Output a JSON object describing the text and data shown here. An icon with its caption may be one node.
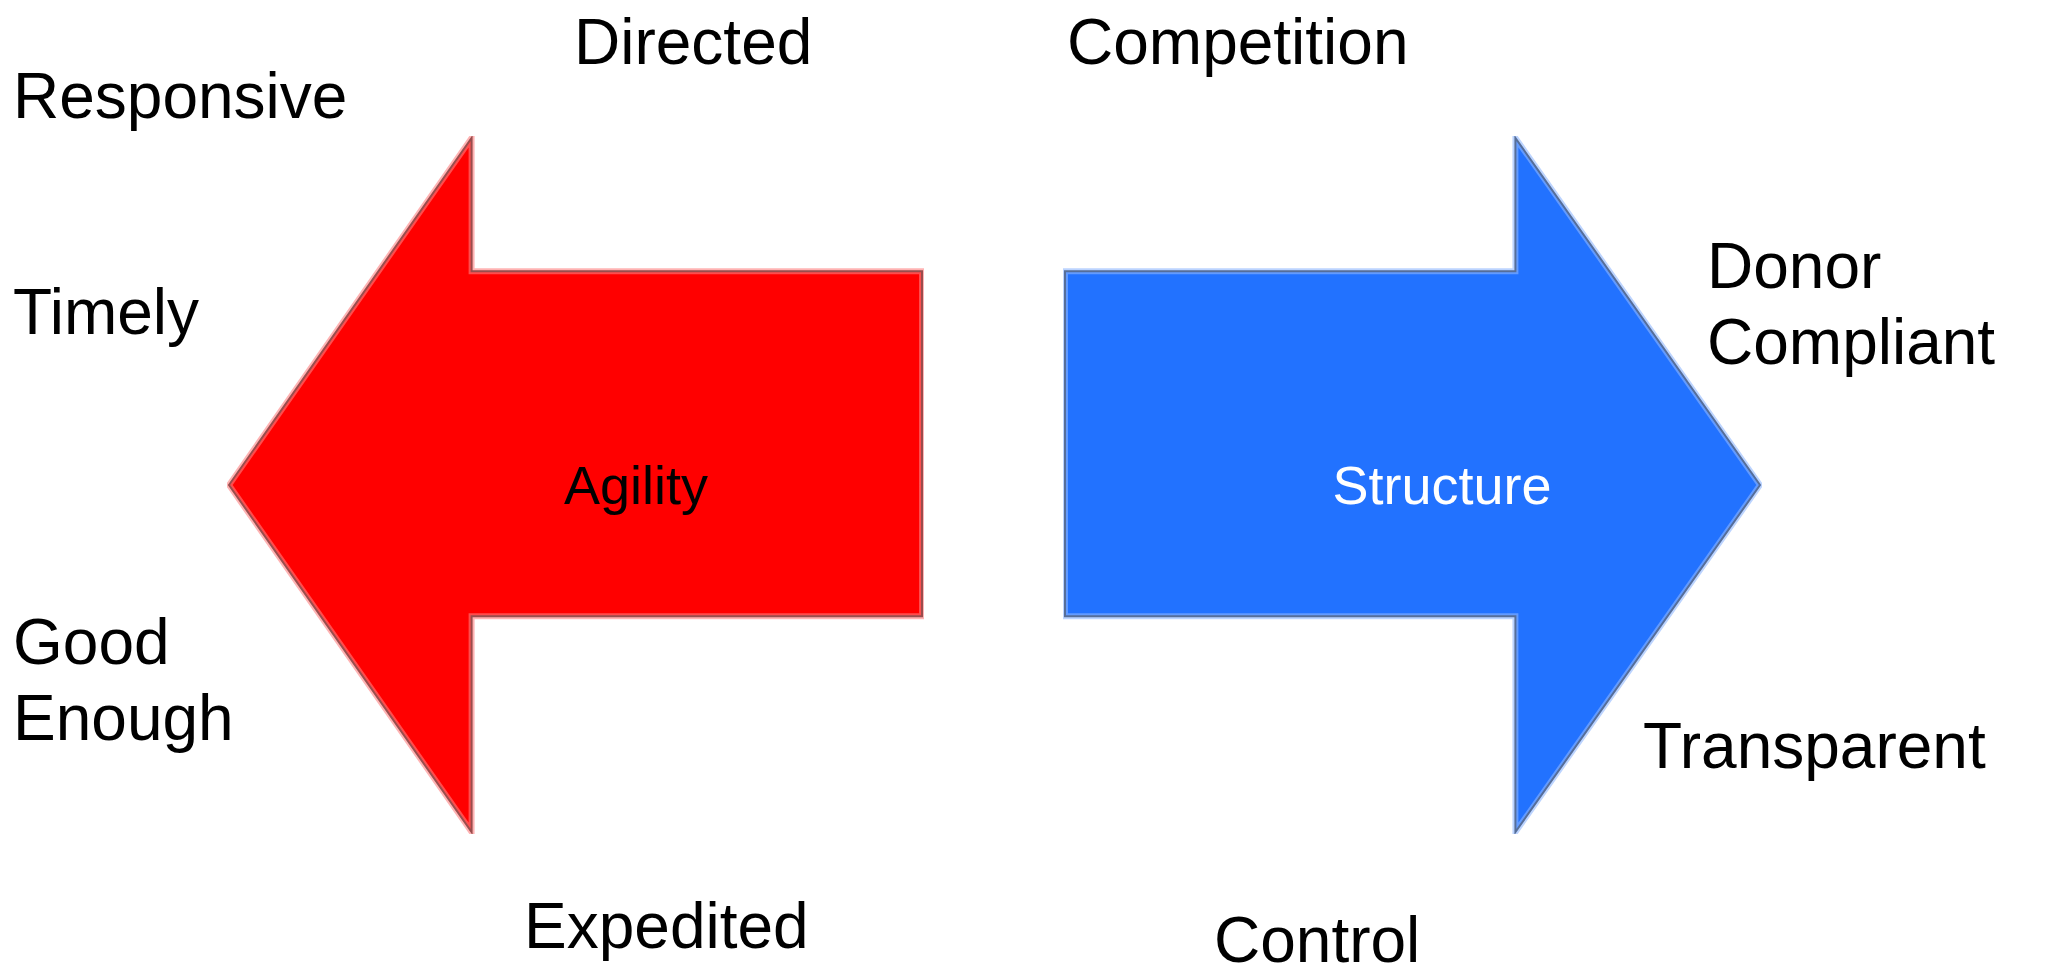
{
  "diagram": {
    "nodes": [
      {
        "text": [
          "Agility"
        ]
      },
      {
        "text": [
          "Structure"
        ]
      }
    ],
    "labels": [
      "Directed",
      "Competition",
      "Responsive",
      "Timely",
      "Donor Compliant",
      "Good Enough",
      "Transparent",
      "Expedited",
      "Control"
    ]
  }
}
